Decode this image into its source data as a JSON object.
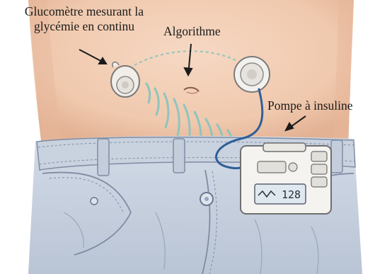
{
  "labels": {
    "glucometer_line1": "Glucomètre mesurant la",
    "glucometer_line2": "glycémie en continu",
    "algorithm": "Algorithme",
    "pump": "Pompe à insuline"
  },
  "pump_display": {
    "value": "128"
  },
  "colors": {
    "skin": "#f2cdb4",
    "skin_shadow": "#e0ad8e",
    "denim": "#c6d0de",
    "denim_dark": "#8e9bb0",
    "signal": "#8ec5bd",
    "device": "#f4f3ef",
    "tube": "#2f5f9a"
  }
}
